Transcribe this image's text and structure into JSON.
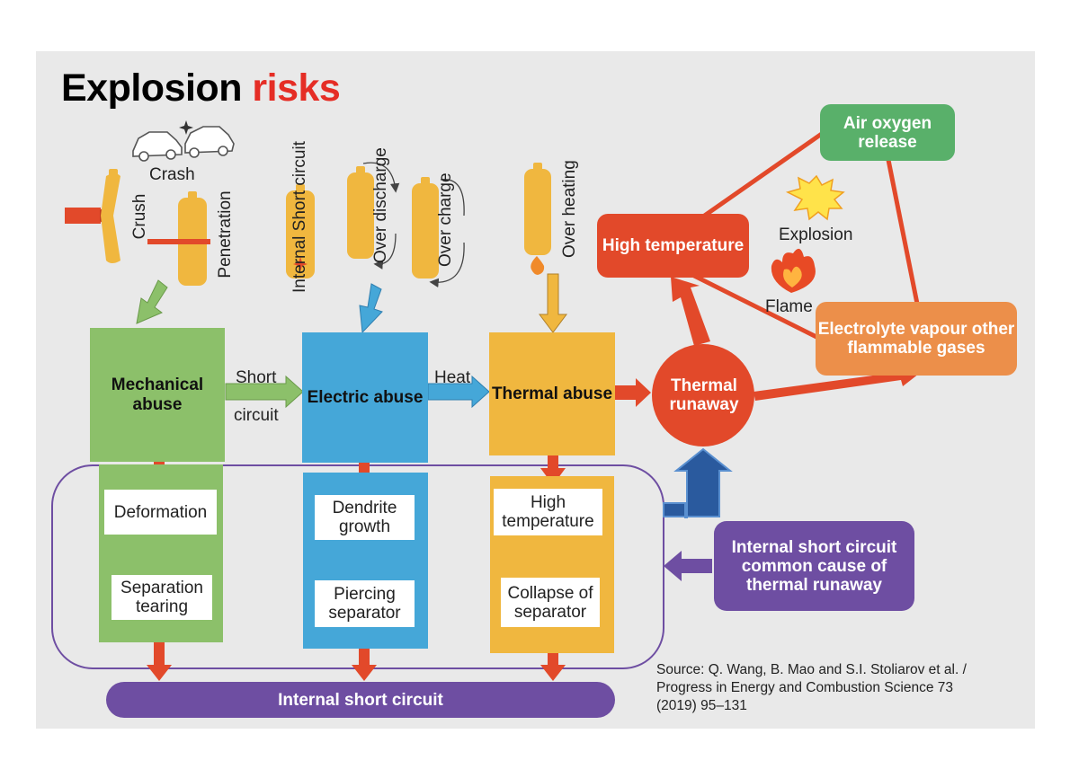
{
  "title": {
    "main": "Explosion",
    "accent": "risks"
  },
  "mechanical": {
    "crash": "Crash",
    "crush": "Crush",
    "penetration": "Penetration",
    "box": "Mechanical abuse",
    "step1": "Deformation",
    "step2": "Separation tearing"
  },
  "electric": {
    "internal_short": "Internal Short circuit",
    "over_discharge": "Over discharge",
    "over_charge": "Over charge",
    "box": "Electric abuse",
    "step1": "Dendrite growth",
    "step2": "Piercing separator"
  },
  "thermal": {
    "over_heating": "Over heating",
    "box": "Thermal abuse",
    "step1": "High temperature",
    "step2": "Collapse of separator"
  },
  "links": {
    "short": "Short",
    "circuit": "circuit",
    "heat": "Heat"
  },
  "outcomes": {
    "runaway": "Thermal runaway",
    "high_temp": "High temperature",
    "air_oxygen": "Air oxygen release",
    "explosion": "Explosion",
    "flame": "Flame",
    "electrolyte": "Electrolyte vapour other flammable gases",
    "common_cause": "Internal short circuit common cause of thermal runaway"
  },
  "bottom_bar": "Internal short circuit",
  "source": "Source: Q. Wang, B. Mao and S.I. Stoliarov et al. / Progress in Energy and Combustion Science 73 (2019) 95–131",
  "colors": {
    "green": "#8cc06a",
    "blue": "#45a7d8",
    "yellow": "#f0b73f",
    "red": "#e2492a",
    "purple": "#6e4ea2",
    "orange": "#ec8f4a",
    "darkgreen": "#59b06a",
    "accent": "#e52d25"
  }
}
